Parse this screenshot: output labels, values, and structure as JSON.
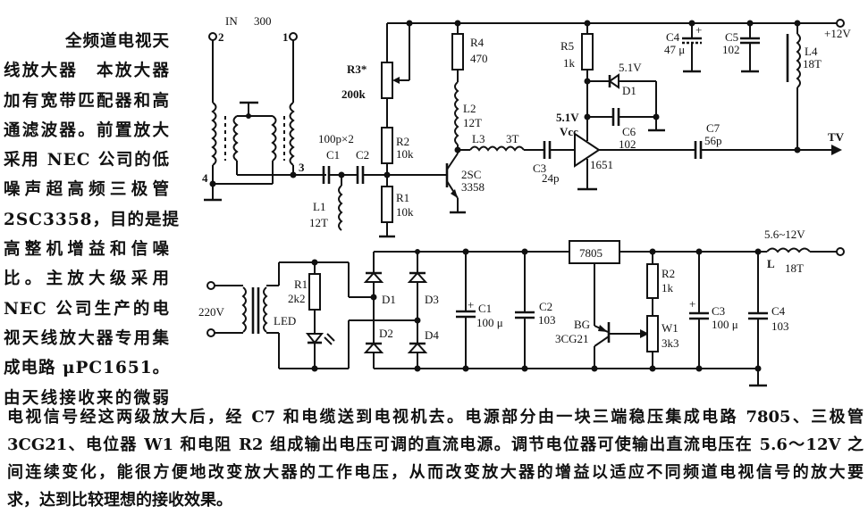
{
  "article": {
    "title": "全频道电视天线放大器",
    "side_lines": [
      "全频道电视天",
      "线放大器　本放大器",
      "加有宽带匹配器和高",
      "通滤波器。前置放大",
      "采用 NEC 公司的低",
      "噪声超高频三极管",
      "2SC3358，目的是提",
      "高整机增益和信噪",
      "比。主放大级采用",
      "NEC 公司生产的电",
      "视天线放大器专用集",
      "成电路 μPC1651。",
      "由天线接收来的微弱"
    ],
    "bottom_lines": [
      "电视信号经这两级放大后，经 C7 和电缆送到电视机去。电源部分由一块三端稳压集成电路 7805、三极管",
      "3CG21、电位器 W1 和电阻 R2 组成输出电压可调的直流电源。调节电位器可使输出直流电压在 5.6～12V 之",
      "间连续变化，能很方便地改变放大器的工作电压，从而改变放大器的增益以适应不同频道电视信号的放大要",
      "求，达到比较理想的接收效果。"
    ]
  },
  "amplifier": {
    "input_label": "IN",
    "input_impedance": "300",
    "terminals": [
      "1",
      "2",
      "3",
      "4"
    ],
    "C1": "C1",
    "C2": "C2",
    "C1C2_value": "100p×2",
    "L1": "L1",
    "L1_value": "12T",
    "R1": "R1",
    "R1_value": "10k",
    "R2": "R2",
    "R2_value": "10k",
    "R3": "R3*",
    "R3_value": "200k",
    "R4": "R4",
    "R4_value": "470",
    "L2": "L2",
    "L2_value": "12T",
    "L3": "L3",
    "L3_value": "3T",
    "Q1_line1": "2SC",
    "Q1_line2": "3358",
    "C3": "C3",
    "C3_value": "24p",
    "R5": "R5",
    "R5_value": "1k",
    "D1": "D1",
    "D1_value": "5.1V",
    "vcc_voltage": "5.1V",
    "vcc": "Vcc",
    "C6": "C6",
    "C6_value": "102",
    "ic": "1651",
    "C7": "C7",
    "C7_value": "56p",
    "C4": "C4",
    "C4_value": "47 μ",
    "C5": "C5",
    "C5_value": "102",
    "L4": "L4",
    "L4_value": "18T",
    "supply": "+12V",
    "output": "TV",
    "plus": "+"
  },
  "power_supply": {
    "mains": "220V",
    "led": "LED",
    "R1": "R1",
    "R1_value": "2k2",
    "D1": "D1",
    "D2": "D2",
    "D3": "D3",
    "D4": "D4",
    "C1": "C1",
    "C1_value": "100 μ",
    "C2": "C2",
    "C2_value": "103",
    "regulator": "7805",
    "BG": "BG",
    "BG_value": "3CG21",
    "R2": "R2",
    "R2_value": "1k",
    "W1": "W1",
    "W1_value": "3k3",
    "C3": "C3",
    "C3_value": "100 μ",
    "C4": "C4",
    "C4_value": "103",
    "L": "L",
    "L_value": "18T",
    "output_range": "5.6~12V",
    "plus": "+"
  }
}
